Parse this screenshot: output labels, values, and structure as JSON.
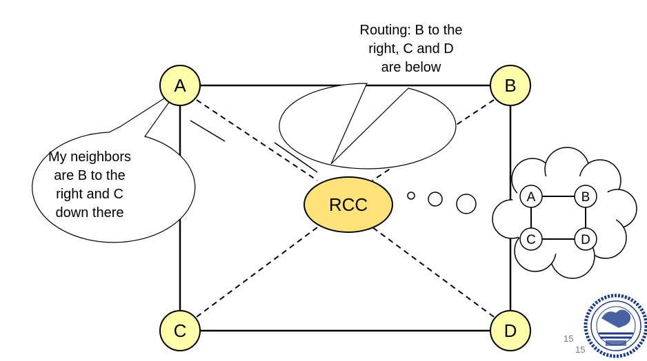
{
  "diagram": {
    "nodes": [
      {
        "id": "A",
        "label": "A"
      },
      {
        "id": "B",
        "label": "B"
      },
      {
        "id": "C",
        "label": "C"
      },
      {
        "id": "D",
        "label": "D"
      }
    ],
    "controller": {
      "label": "RCC"
    },
    "edges": [
      [
        "A",
        "B"
      ],
      [
        "A",
        "C"
      ],
      [
        "B",
        "D"
      ],
      [
        "C",
        "D"
      ]
    ],
    "control_links": [
      [
        "RCC",
        "A"
      ],
      [
        "RCC",
        "B"
      ],
      [
        "RCC",
        "C"
      ],
      [
        "RCC",
        "D"
      ]
    ],
    "left_bubble": {
      "lines": [
        "My neighbors",
        "are B to the",
        "right and C",
        "down there"
      ]
    },
    "top_bubble": {
      "lines": [
        "Routing: B to the",
        "right, C and D",
        "are below"
      ]
    },
    "thought_map": {
      "nodes": [
        {
          "id": "A",
          "label": "A"
        },
        {
          "id": "B",
          "label": "B"
        },
        {
          "id": "C",
          "label": "C"
        },
        {
          "id": "D",
          "label": "D"
        }
      ]
    }
  },
  "page_numbers": [
    "15",
    "15"
  ],
  "colors": {
    "node_fill": "#ffffaa",
    "rcc_fill": "#ffe27a",
    "seal": "#1a3a8c"
  },
  "icons": {
    "seal": "university-seal-icon"
  }
}
